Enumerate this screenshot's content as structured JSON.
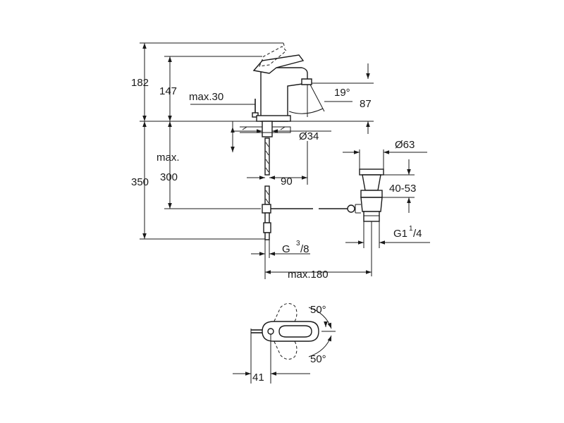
{
  "dimensions": {
    "d182": "182",
    "d147": "147",
    "max30": "max.30",
    "angle19": "19°",
    "d87": "87",
    "dia34": "Ø34",
    "max_label": "max.",
    "d350": "350",
    "d300": "300",
    "d90": "90",
    "dia63": "Ø63",
    "d40_53": "40-53",
    "g1_main": "G1",
    "g1_num": "1",
    "g1_den": "/4",
    "g38_main": "G",
    "g38_num": "3",
    "g38_den": "/8",
    "max180": "max.180",
    "angle50_top": "50°",
    "angle50_bottom": "50°",
    "d41": "41"
  }
}
